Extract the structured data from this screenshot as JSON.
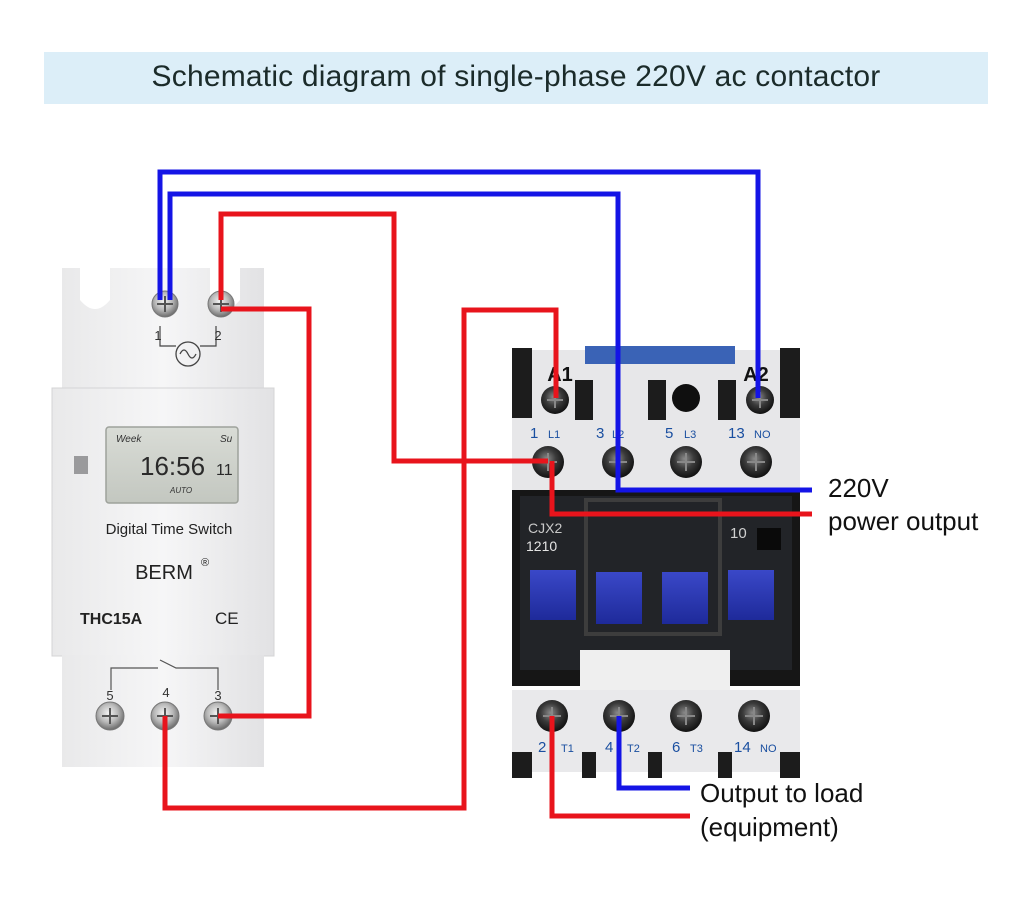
{
  "title": "Schematic diagram of single-phase 220V ac contactor",
  "timer": {
    "terminals_top": [
      "1",
      "2"
    ],
    "terminals_bottom": [
      "5",
      "4",
      "3"
    ],
    "lcd_week": "Week",
    "lcd_su": "Su",
    "lcd_time": "16:56",
    "lcd_seconds": "11",
    "lcd_auto": "AUTO",
    "product_name": "Digital Time Switch",
    "brand": "BERM",
    "brand_mark": "®",
    "model": "THC15A",
    "ce_mark": "CE"
  },
  "contactor": {
    "coil_labels": [
      "A1",
      "A2"
    ],
    "top_terminals": [
      {
        "num": "1",
        "code": "L1"
      },
      {
        "num": "3",
        "code": "L2"
      },
      {
        "num": "5",
        "code": "L3"
      },
      {
        "num": "13",
        "code": "NO"
      }
    ],
    "bottom_terminals": [
      {
        "num": "2",
        "code": "T1"
      },
      {
        "num": "4",
        "code": "T2"
      },
      {
        "num": "6",
        "code": "T3"
      },
      {
        "num": "14",
        "code": "NO"
      }
    ],
    "model_line1": "CJX2",
    "model_line2": "1210",
    "aux_rating": "10"
  },
  "callouts": {
    "power_line1": "220V",
    "power_line2": "power output",
    "load_line1": "Output to load",
    "load_line2": "(equipment)"
  },
  "colors": {
    "live_wire": "#e8141c",
    "neutral_wire": "#1414e6",
    "title_banner": "#dceef8"
  }
}
